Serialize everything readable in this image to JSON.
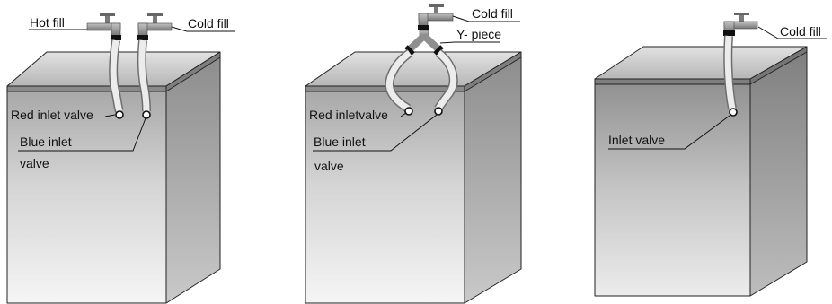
{
  "panels": {
    "hot_and_cold": {
      "hot_fill": "Hot fill",
      "cold_fill": "Cold fill",
      "red_inlet_valve": "Red inlet valve",
      "blue_inlet_line1": "Blue inlet",
      "blue_inlet_line2": "valve"
    },
    "y_piece": {
      "cold_fill": "Cold fill",
      "y_piece": "Y- piece",
      "red_inlet_valve": "Red inletvalve",
      "blue_inlet_line1": "Blue inlet",
      "blue_inlet_line2": "valve"
    },
    "cold_only": {
      "cold_fill": "Cold fill",
      "inlet_valve": "Inlet valve"
    }
  }
}
